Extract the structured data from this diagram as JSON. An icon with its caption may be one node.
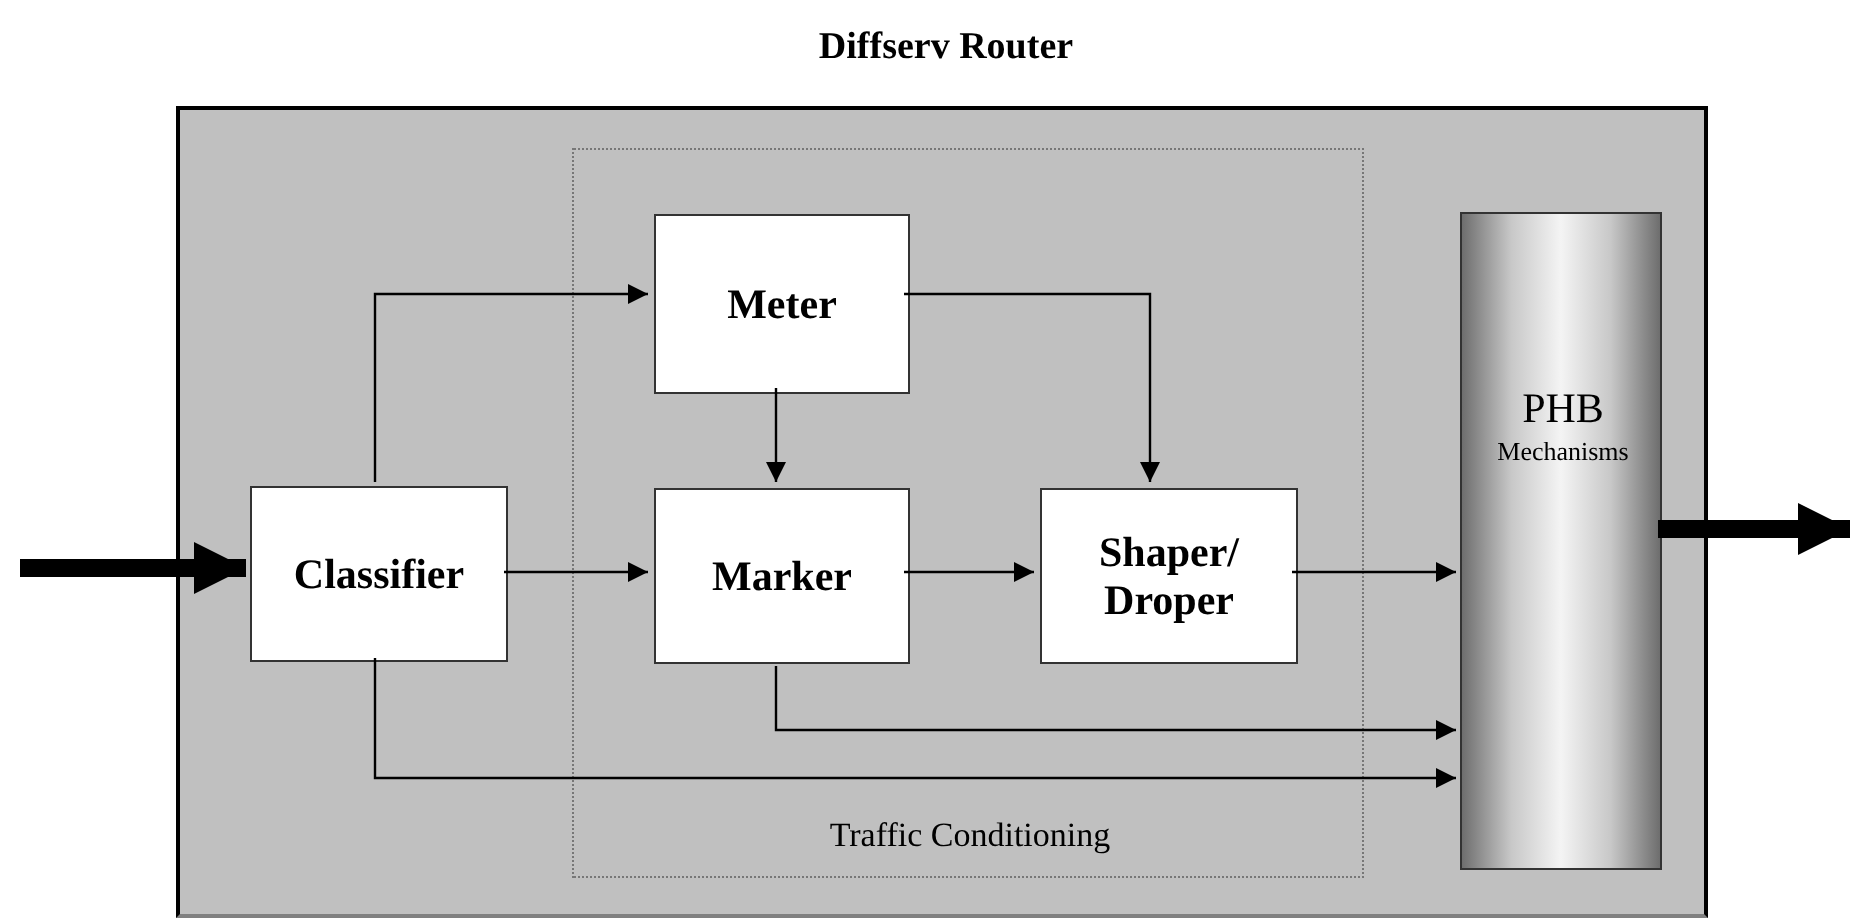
{
  "diagram": {
    "nodes": [
      {
        "text": [
          "Diffserv Router"
        ]
      },
      {
        "text": [
          "Traffic Conditioning"
        ],
        "in": 0
      },
      {
        "text": [
          "Classifier"
        ],
        "in": 0
      },
      {
        "text": [
          "Meter"
        ],
        "in": 1
      },
      {
        "text": [
          "Marker"
        ],
        "in": 1
      },
      {
        "text": [
          "Shaper/ Droper"
        ],
        "in": 1
      },
      {
        "text": [
          "PHB",
          "Mechanisms"
        ],
        "in": 0
      }
    ],
    "edges": [
      {
        "from": null,
        "to": 2,
        "arrow": "to",
        "style": "thick"
      },
      {
        "from": 2,
        "to": 3,
        "arrow": "to"
      },
      {
        "from": 2,
        "to": 4,
        "arrow": "to"
      },
      {
        "from": 3,
        "to": 4,
        "arrow": "to"
      },
      {
        "from": 3,
        "to": 5,
        "arrow": "to"
      },
      {
        "from": 4,
        "to": 5,
        "arrow": "to"
      },
      {
        "from": 5,
        "to": 6,
        "arrow": "to"
      },
      {
        "from": 4,
        "to": 6,
        "arrow": "to"
      },
      {
        "from": 2,
        "to": 6,
        "arrow": "to"
      },
      {
        "from": 6,
        "to": null,
        "arrow": "to",
        "style": "thick"
      }
    ]
  }
}
